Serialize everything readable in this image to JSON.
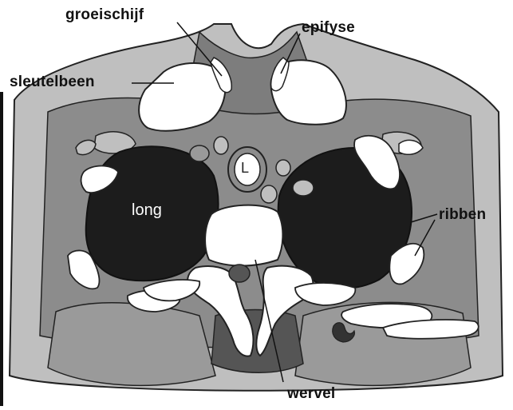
{
  "labels": {
    "growth_plate": "groeischijf",
    "epiphysis": "epifyse",
    "clavicle": "sleutelbeen",
    "ribs": "ribben",
    "vertebra": "wervel",
    "lung": "long",
    "trachea_letter": "L"
  },
  "colors": {
    "background": "#ffffff",
    "outer_tissue": "#bfbfbf",
    "mid_tissue": "#8c8c8c",
    "dark_tissue": "#555555",
    "lung": "#1c1c1c",
    "bone": "#ffffff",
    "outline": "#222222",
    "label_text": "#111111"
  }
}
